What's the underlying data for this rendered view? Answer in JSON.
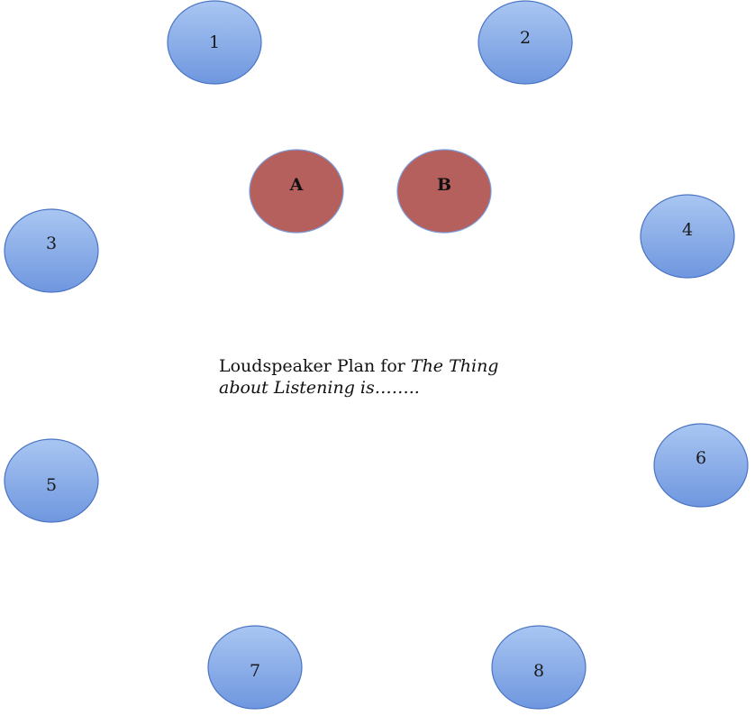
{
  "colors": {
    "speaker_fill_top": "#a9c6f2",
    "speaker_fill_bottom": "#6f97df",
    "speaker_stroke": "#4a74c4",
    "source_fill": "#b5605d",
    "source_stroke": "#7d9bd8"
  },
  "speakers": [
    {
      "label": "1"
    },
    {
      "label": "2"
    },
    {
      "label": "3"
    },
    {
      "label": "4"
    },
    {
      "label": "5"
    },
    {
      "label": "6"
    },
    {
      "label": "7"
    },
    {
      "label": "8"
    }
  ],
  "sources": [
    {
      "label": "A"
    },
    {
      "label": "B"
    }
  ],
  "caption": {
    "prefix": "Loudspeaker Plan for ",
    "title_line1": "The Thing",
    "title_line2": "about Listening is…….."
  }
}
